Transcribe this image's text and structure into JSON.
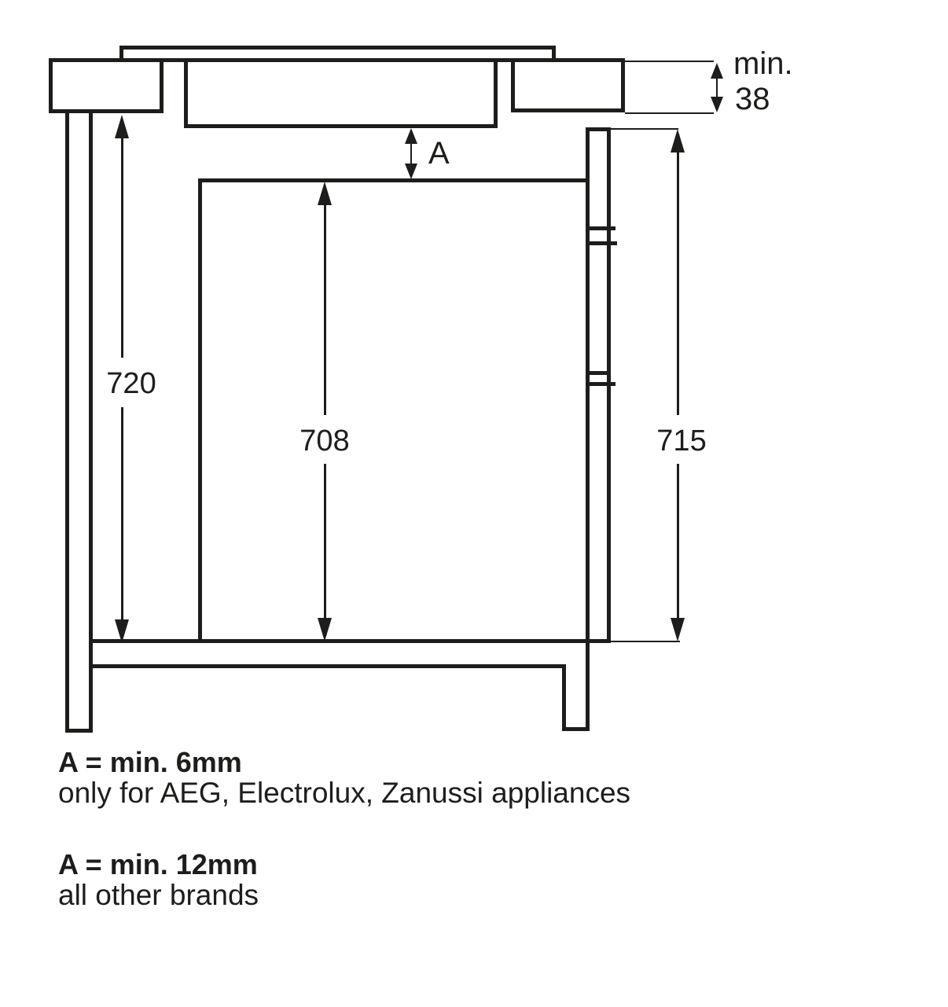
{
  "diagram": {
    "colors": {
      "line": "#1d1d1b",
      "background": "#ffffff"
    },
    "dimension_labels": {
      "top_gap_line1": "min.",
      "top_gap_line2": "38",
      "hob_clearance": "A",
      "left_height": "720",
      "niche_height": "708",
      "right_height": "715"
    },
    "notes": [
      {
        "title": "A = min. 6mm",
        "description": "only for AEG, Electrolux, Zanussi appliances"
      },
      {
        "title": "A = min. 12mm",
        "description": "all other brands"
      }
    ]
  }
}
